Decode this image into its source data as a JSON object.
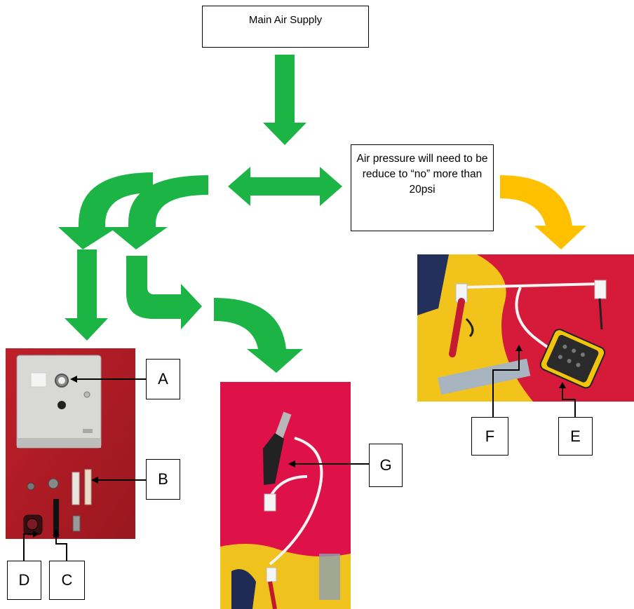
{
  "main_supply": "Main Air Supply",
  "note": "Air pressure will need to be reduce to “no” more than 20psi",
  "labels": {
    "A": "A",
    "B": "B",
    "C": "C",
    "D": "D",
    "E": "E",
    "F": "F",
    "G": "G"
  },
  "colors": {
    "arrow_green": "#1db446",
    "arrow_yellow": "#ffc000",
    "photo_red": "#b81f2a",
    "photo_pink": "#e0114a",
    "vest_yellow": "#f2c31a"
  }
}
